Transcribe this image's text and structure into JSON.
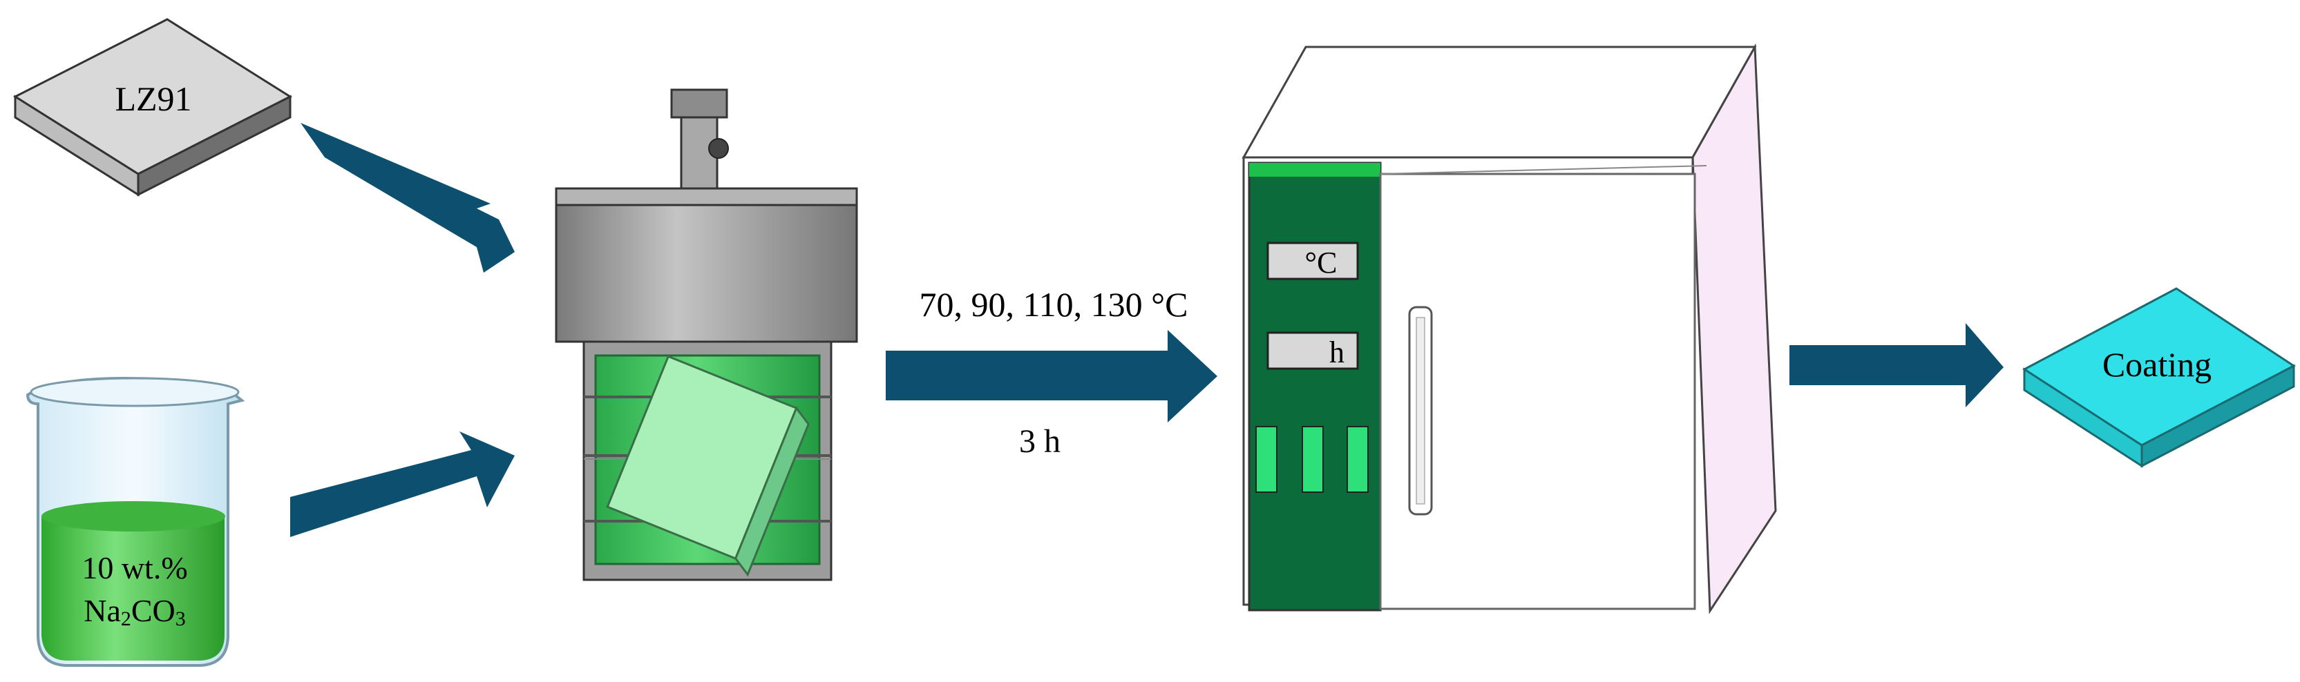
{
  "inputs": {
    "alloy_label": "LZ91",
    "solution_line1": "10 wt.%",
    "solution_na": "Na",
    "solution_sub2": "2",
    "solution_co": "CO",
    "solution_sub3": "3"
  },
  "process": {
    "temperatures": "70, 90, 110, 130 °C",
    "duration": "3 h"
  },
  "oven": {
    "temp_display": "°C",
    "time_display": "h"
  },
  "output": {
    "coating_label": "Coating"
  },
  "colors": {
    "arrow": "#0d4f6e",
    "solution_green": "#3fbf3f",
    "oven_panel": "#0b6b3a",
    "coating_cyan": "#2fe0e8",
    "autoclave_gray": "#8a8a8a"
  }
}
